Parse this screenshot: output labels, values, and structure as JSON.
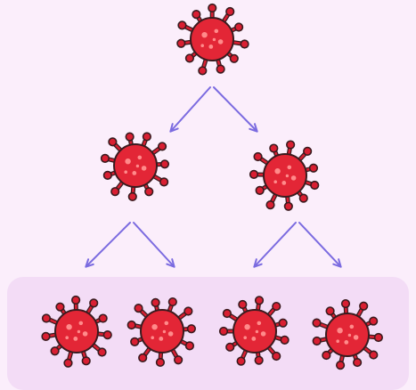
{
  "colors": {
    "background": "#fbeefb",
    "bottom_panel": "#f3dcf6",
    "arrow": "#7b6be0",
    "virus_body": "#e32636",
    "virus_spike": "#d91f32",
    "virus_spot": "#ff8a8a",
    "outline": "#3a1b1f"
  },
  "diagram": {
    "generations": [
      {
        "level": 1,
        "count": 1,
        "icon": "virus-icon"
      },
      {
        "level": 2,
        "count": 2,
        "icon": "virus-icon"
      },
      {
        "level": 3,
        "count": 4,
        "icon": "virus-icon"
      }
    ],
    "arrow_count": 6,
    "arrow_icon": "arrow-icon"
  }
}
